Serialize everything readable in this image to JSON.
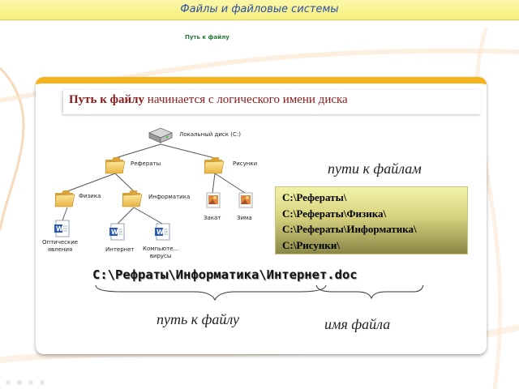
{
  "header": {
    "title": "Файлы и файловые системы",
    "subtitle": "Путь к файлу"
  },
  "heading": {
    "bold": "Путь к файлу",
    "rest": " начинается с логического имени диска"
  },
  "tree": {
    "root": "Локальный диск (C:)",
    "nodes": {
      "referaty": "Рефераты",
      "risunki": "Рисунки",
      "fizika": "Физика",
      "informatika": "Информатика",
      "zakat": "Закат",
      "zima": "Зима",
      "optics": [
        "Оптические",
        "явления"
      ],
      "internet": "Интернет",
      "viruses": [
        "Компьюте...",
        "вирусы"
      ]
    }
  },
  "paths": {
    "title": "пути к файлам",
    "lines": [
      "C:\\Рефераты\\",
      "C:\\Рефераты\\Физика\\",
      "C:\\Рефераты\\Информатика\\",
      "C:\\Рисунки\\"
    ]
  },
  "full_path": "С:\\Рефраты\\Информатика\\Интернет.doc",
  "labels": {
    "path": "путь к файлу",
    "name": "имя файла"
  },
  "colors": {
    "accent": "#f6b31c",
    "banner": "#f6ef7c",
    "heading": "#8b1a1a",
    "header_text": "#2a4fa8"
  }
}
